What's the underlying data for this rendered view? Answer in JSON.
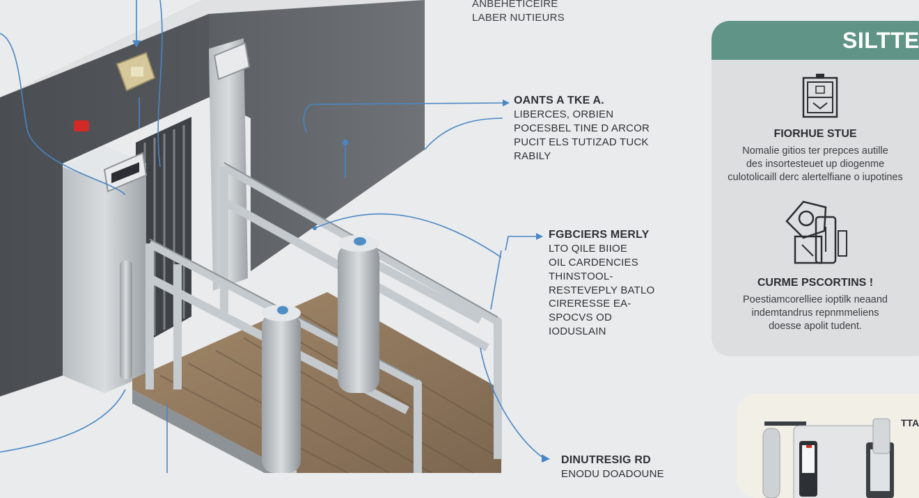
{
  "header_note": {
    "lines": [
      "ANBEHETICEIRE",
      "LABER NUTIEURS"
    ]
  },
  "callouts": [
    {
      "title": "OANTS A TKE A.",
      "lines": [
        "LIBERCES, ORBIEN",
        "POCESBEL TINE D ARCOR",
        "PUCIT ELS TUTIZAD TUCK",
        "RABILY"
      ]
    },
    {
      "title": "FGBCIERS MERLY",
      "lines": [
        "LTO QILE BIIOE",
        "OIL CARDENCIES",
        "THINSTOOL-",
        "RESTEVEPLY BATLO",
        "CIRERESSE EA-",
        "SPOCVS OD",
        "IODUSLAIN"
      ]
    },
    {
      "title": "DINUTRESIG RD",
      "lines": [
        "ENODU DOADOUNE"
      ]
    }
  ],
  "side_panel": {
    "title": "SILTTE",
    "accent_color": "#5f9486",
    "features": [
      {
        "icon": "cabinet-icon",
        "title": "FIORHUE STUE",
        "lines": [
          "Nomalie gitios ter prepces autille",
          "des insortesteuet up diogenme",
          "culotolicaill derc alertelfiane o iupotines"
        ]
      },
      {
        "icon": "mechanism-icon",
        "title": "CURME PSCORTINS !",
        "lines": [
          "Poestiamcorelliee ioptilk neaand",
          "indemtandrus repnmmeliens",
          "doesse apolit tudent."
        ]
      }
    ]
  },
  "bottom_card": {
    "label": "TTA"
  }
}
